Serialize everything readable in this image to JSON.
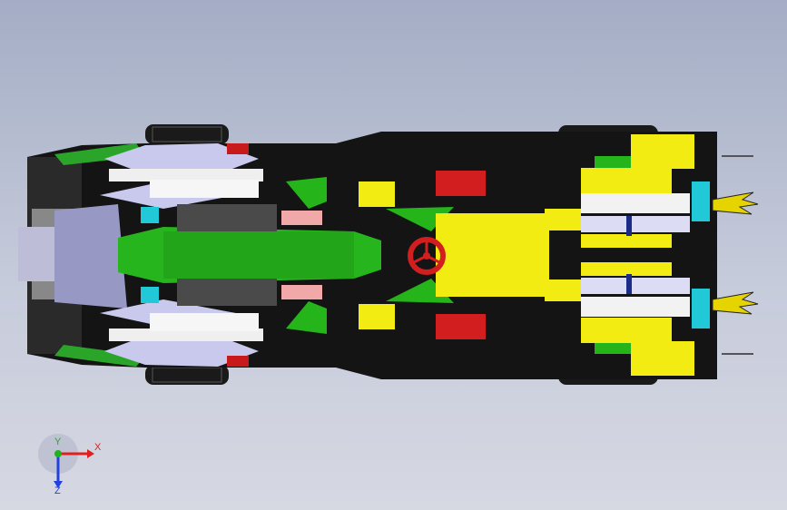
{
  "viewport": {
    "model_name": "",
    "colors": {
      "body_black": "#141414",
      "dark_gray": "#3c3c3c",
      "gray": "#7a7a7a",
      "light_gray": "#c8c8c8",
      "white_parts": "#f2f2f2",
      "lavender": "#c8c8ec",
      "green": "#25b51a",
      "yellow": "#f2ec12",
      "red": "#d21e1e",
      "cyan": "#20c8d8",
      "pink": "#f0a8a8",
      "navy": "#1a2c8a"
    }
  },
  "triad": {
    "x_label": "X",
    "y_label": "Y",
    "z_label": "Z",
    "x_color": "#e02020",
    "y_color": "#20b020",
    "z_color": "#2040e0"
  }
}
